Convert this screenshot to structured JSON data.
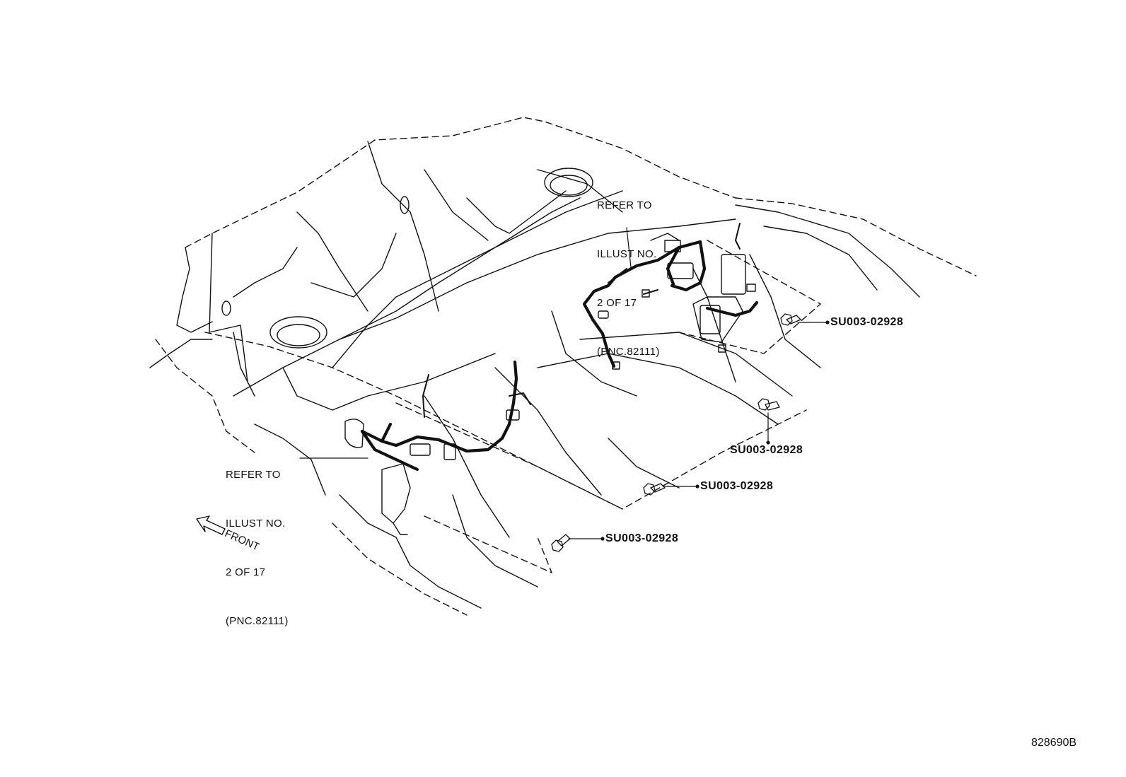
{
  "diagram": {
    "callouts": [
      {
        "lines": [
          "REFER TO",
          "ILLUST NO.",
          "2 OF 17",
          "(PNC.82111)"
        ]
      },
      {
        "lines": [
          "REFER TO",
          "ILLUST NO.",
          "2 OF 17",
          "(PNC.82111)"
        ]
      }
    ],
    "parts": [
      {
        "label": "SU003-02928"
      },
      {
        "label": "SU003-02928"
      },
      {
        "label": "SU003-02928"
      },
      {
        "label": "SU003-02928"
      }
    ],
    "front_label": "FRONT",
    "illustration_id": "828690B"
  }
}
